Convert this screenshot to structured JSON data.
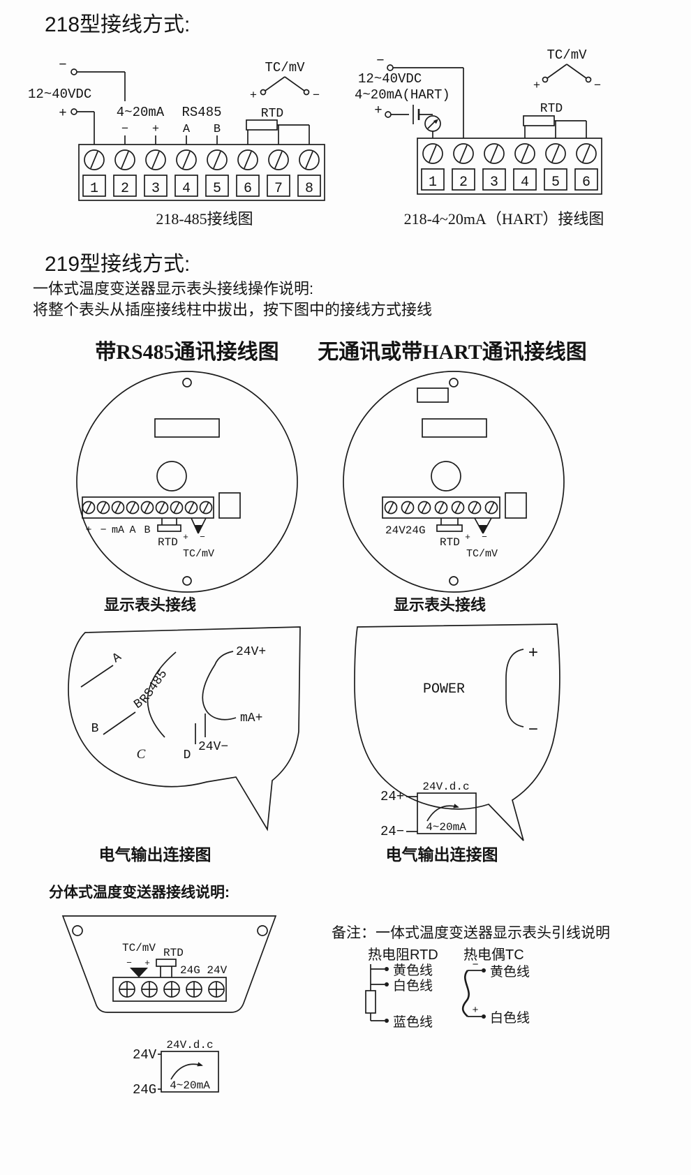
{
  "headings": {
    "t218": "218型接线方式:",
    "t219": "219型接线方式:",
    "desc1": "一体式温度变送器显示表头接线操作说明:",
    "desc2": "将整个表头从插座接线柱中拔出，按下图中的接线方式接线",
    "split_title": "分体式温度变送器接线说明:"
  },
  "d218_485": {
    "caption": "218-485接线图",
    "power_label": "12~40VDC",
    "power_minus": "−",
    "power_plus": "+",
    "ma_label": "4~20mA",
    "ma_minus": "−",
    "ma_plus": "+",
    "rs485_label": "RS485",
    "rs485_a": "A",
    "rs485_b": "B",
    "tcmv_label": "TC/mV",
    "tc_plus": "+",
    "tc_minus": "−",
    "rtd_label": "RTD",
    "terminals": [
      "1",
      "2",
      "3",
      "4",
      "5",
      "6",
      "7",
      "8"
    ]
  },
  "d218_hart": {
    "caption": "218-4~20mA（HART）接线图",
    "power_label": "12~40VDC",
    "hart_label": "4~20mA(HART)",
    "power_minus": "−",
    "power_plus": "+",
    "tcmv_label": "TC/mV",
    "tc_plus": "+",
    "tc_minus": "−",
    "rtd_label": "RTD",
    "terminals": [
      "1",
      "2",
      "3",
      "4",
      "5",
      "6"
    ]
  },
  "d219_485": {
    "header": "带RS485通讯接线图",
    "caption": "显示表头接线",
    "strip_plus": "+",
    "strip_minus": "−",
    "strip_ma": "mA",
    "strip_a": "A",
    "strip_b": "B",
    "rtd_label": "RTD",
    "rtd_plus": "+",
    "rtd_minus": "−",
    "tcmv_label": "TC/mV"
  },
  "d219_hart": {
    "header": "无通讯或带HART通讯接线图",
    "caption": "显示表头接线",
    "power_label": "24V24G",
    "rtd_label": "RTD",
    "rtd_plus": "+",
    "rtd_minus": "−",
    "tcmv_label": "TC/mV"
  },
  "out_485": {
    "caption": "电气输出连接图",
    "pin_a": "A",
    "pin_b": "B",
    "rs485": "RS485",
    "pin_b2": "B",
    "pin_c": "C",
    "pin_d": "D",
    "v24_plus": "24V+",
    "ma_plus": "mA+",
    "v24_minus": "24V−"
  },
  "out_hart": {
    "caption": "电气输出连接图",
    "power": "POWER",
    "plus": "+",
    "minus": "−",
    "p24": "24+",
    "m24": "24−",
    "vdc": "24V.d.c",
    "ma_range": "4~20mA"
  },
  "split": {
    "tcmv": "TC/mV",
    "tc_minus": "−",
    "tc_plus": "+",
    "rtd": "RTD",
    "g24v24": "24G 24V",
    "v24": "24V",
    "g24": "24G",
    "vdc": "24V.d.c",
    "ma_range": "4~20mA"
  },
  "note": {
    "title": "备注：一体式温度变送器显示表头引线说明",
    "rtd_title": "热电阻RTD",
    "tc_title": "热电偶TC",
    "rtd_yellow": "黄色线",
    "rtd_white": "白色线",
    "rtd_blue": "蓝色线",
    "tc_minus": "−",
    "tc_yellow": "黄色线",
    "tc_plus": "+",
    "tc_white": "白色线"
  }
}
